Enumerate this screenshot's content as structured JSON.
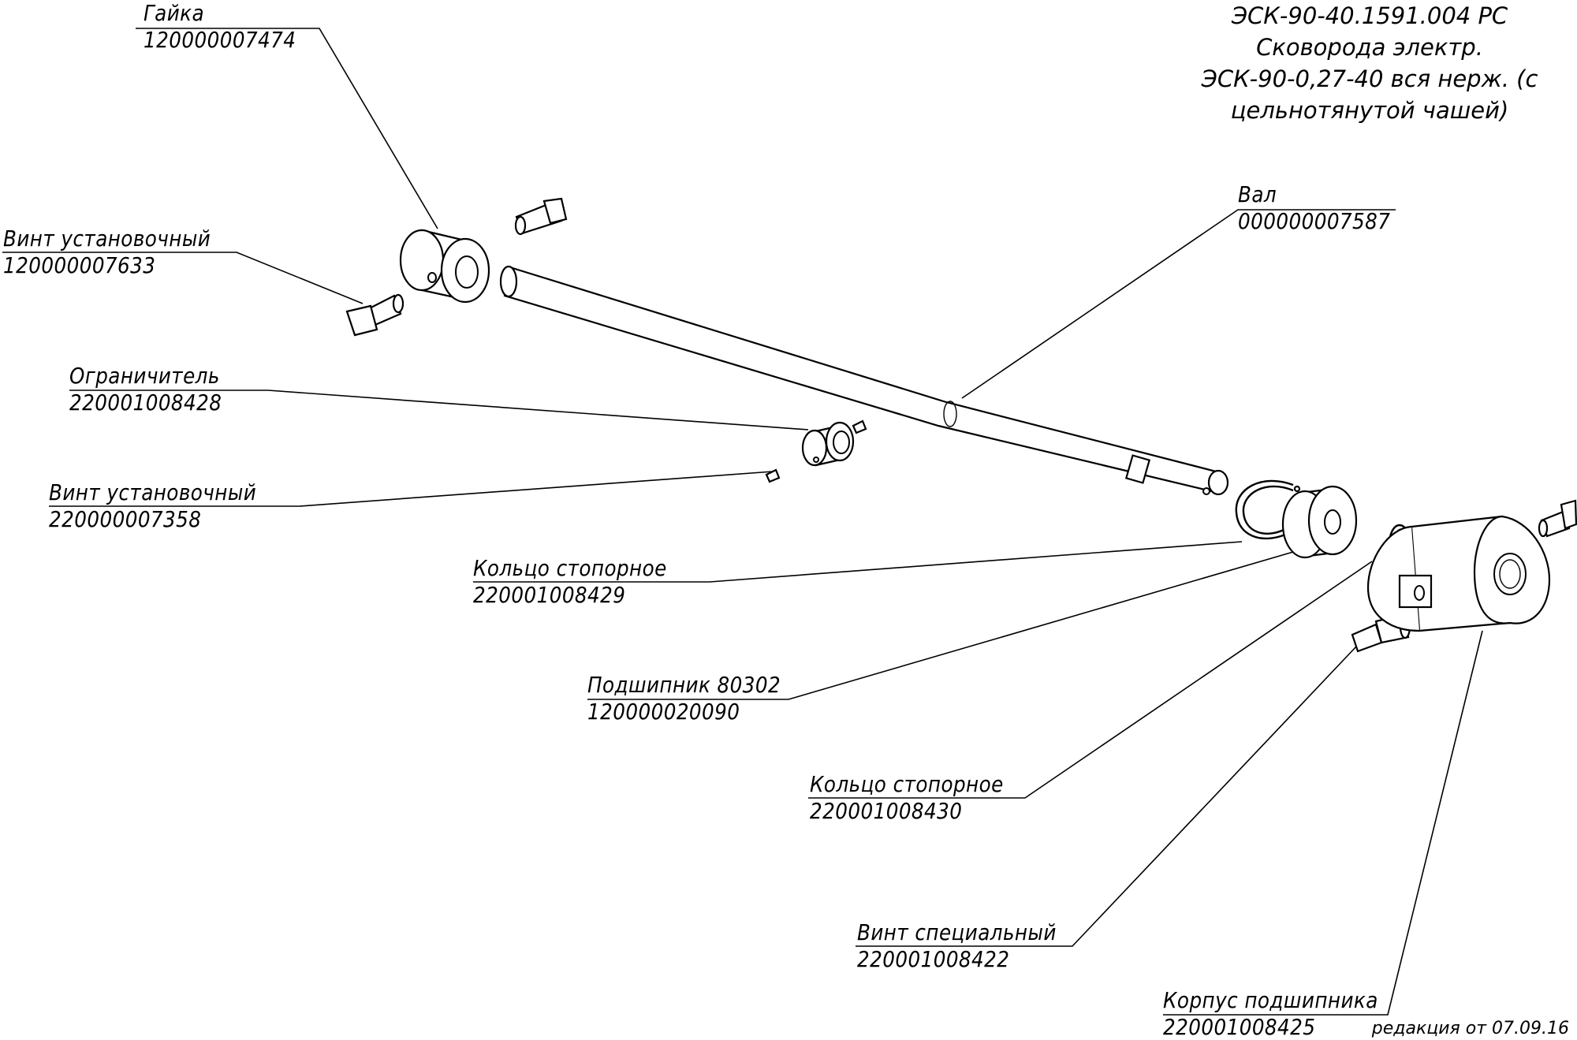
{
  "header": {
    "doc_code": "ЭСК-90-40.1591.004 РС",
    "line2": "Сковорода электр.",
    "line3": "ЭСК-90-0,27-40 вся нерж. (с",
    "line4": "цельнотянутой чашей)"
  },
  "revision": "редакция от 07.09.16",
  "parts": [
    {
      "name": "Гайка",
      "code": "120000007474"
    },
    {
      "name": "Винт установочный",
      "code": "120000007633"
    },
    {
      "name": "Ограничитель",
      "code": "220001008428"
    },
    {
      "name": "Винт установочный",
      "code": "220000007358"
    },
    {
      "name": "Кольцо стопорное",
      "code": "220001008429"
    },
    {
      "name": "Подшипник 80302",
      "code": "120000020090"
    },
    {
      "name": "Кольцо стопорное",
      "code": "220001008430"
    },
    {
      "name": "Винт специальный",
      "code": "220001008422"
    },
    {
      "name": "Корпус подшипника",
      "code": "220001008425"
    },
    {
      "name": "Вал",
      "code": "000000007587"
    }
  ]
}
